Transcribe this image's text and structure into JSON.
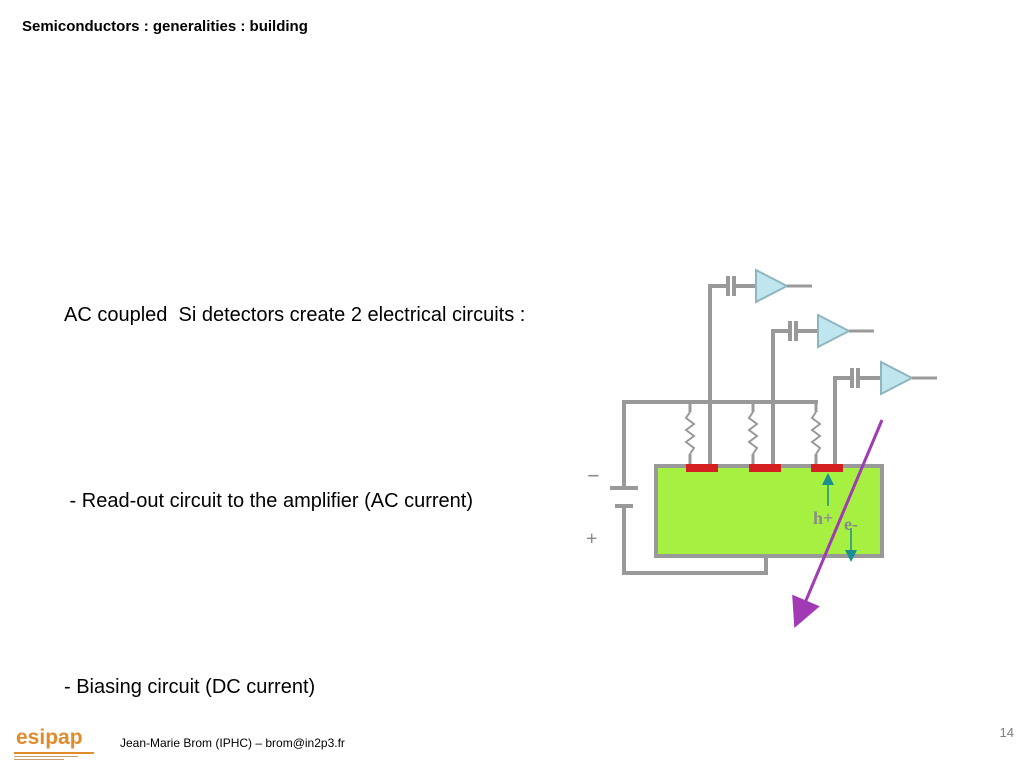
{
  "slide": {
    "title": "Semiconductors : generalities : building",
    "body_lines": [
      "AC coupled  Si detectors create 2 electrical circuits :",
      "",
      " - Read-out circuit to the amplifier (AC current)",
      "",
      "- Biasing circuit (DC current)"
    ],
    "page_number": "14"
  },
  "footer": {
    "author": "Jean-Marie Brom (IPHC) – brom@in2p3.fr",
    "logo_text": "esipap"
  },
  "diagram": {
    "battery_minus": "−",
    "battery_plus": "+",
    "hole_label": "h+",
    "electron_label": "e-",
    "colors": {
      "wire": "#999999",
      "detector_fill": "#a5f040",
      "strip": "#d42020",
      "amplifier_fill": "#bfe6ee",
      "amplifier_stroke": "#8fb6c0",
      "particle_track": "#a23ab5",
      "carrier_arrow": "#1a8f8f",
      "label": "#8a8a8a"
    }
  }
}
